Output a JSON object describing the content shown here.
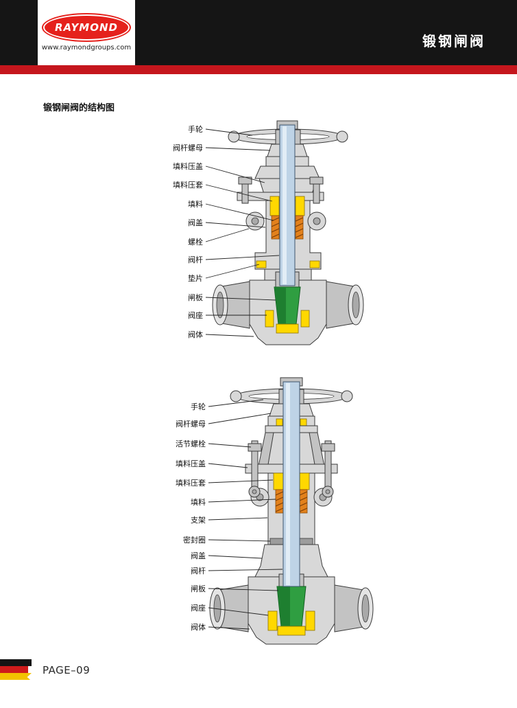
{
  "header": {
    "logo_text": "RAYMOND",
    "website": "www.raymondgroups.com",
    "product_title": "锻钢闸阀"
  },
  "content": {
    "section_title": "锻钢闸阀的结构图"
  },
  "diagram_top": {
    "labels": [
      "手轮",
      "阀杆螺母",
      "填料压盖",
      "填料压套",
      "填料",
      "阀盖",
      "螺栓",
      "阀杆",
      "垫片",
      "闸板",
      "阀座",
      "阀体"
    ]
  },
  "diagram_bottom": {
    "labels": [
      "手轮",
      "阀杆螺母",
      "活节螺栓",
      "填料压盖",
      "填料压套",
      "填料",
      "支架",
      "密封圈",
      "阀盖",
      "阀杆",
      "闸板",
      "阀座",
      "阀体"
    ]
  },
  "footer": {
    "page_label": "PAGE–09"
  },
  "colors": {
    "header_black": "#151515",
    "stripe_red": "#c5161d",
    "logo_red": "#e5211c",
    "stem_blue": "#bed3e6",
    "packing_orange": "#e2811c",
    "seat_yellow": "#ffd800",
    "gate_green": "#2f9e41",
    "metal_gray": "#d8d8d8"
  }
}
